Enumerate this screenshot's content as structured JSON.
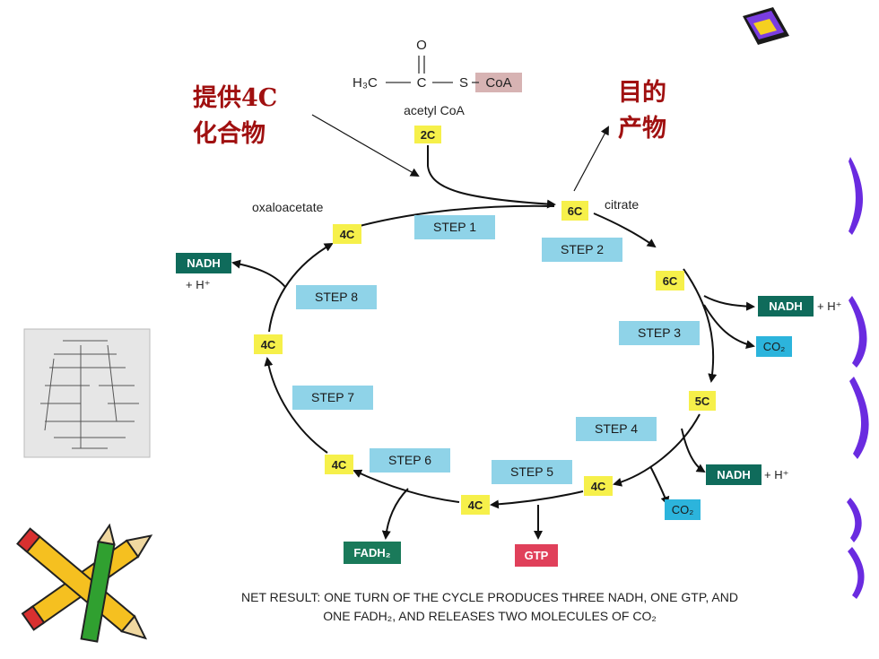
{
  "annotations": {
    "provide_line1": "提供4C",
    "provide_line2": "化合物",
    "target_line1": "目的",
    "target_line2": "产物"
  },
  "acetyl": {
    "o": "O",
    "h3c": "H₃C",
    "c": "C",
    "s": "S",
    "coa": "CoA",
    "name": "acetyl CoA",
    "carbon": "2C"
  },
  "metabolites": {
    "oxaloacetate": "oxaloacetate",
    "citrate": "citrate"
  },
  "carbons": {
    "citrate": "6C",
    "isocitrate": "6C",
    "five": "5C",
    "four_a": "4C",
    "four_b": "4C",
    "four_c": "4C",
    "four_d": "4C",
    "oxalo": "4C"
  },
  "steps": [
    "STEP 1",
    "STEP 2",
    "STEP 3",
    "STEP 4",
    "STEP 5",
    "STEP 6",
    "STEP 7",
    "STEP 8"
  ],
  "products": {
    "nadh": "NADH",
    "h_plus": "+ H⁺",
    "co2": "CO₂",
    "gtp": "GTP",
    "fadh2": "FADH₂"
  },
  "net_result": {
    "line1": "NET RESULT: ONE TURN OF THE CYCLE PRODUCES THREE NADH, ONE GTP, AND",
    "line2": "ONE FADH₂, AND RELEASES TWO MOLECULES OF CO₂"
  },
  "colors": {
    "annotation_red": "#a01010",
    "step_box": "#8fd3e8",
    "carbon_box": "#f6f04a",
    "nadh_box": "#0f6b5b",
    "co2_box": "#2cb4dc",
    "gtp_box": "#e0405a",
    "fadh2_box": "#1a7a5a",
    "swoosh": "#6a2be0"
  },
  "icons": [
    "book-clipart-icon",
    "crossed-pencils-clipart-icon",
    "thumbnail-pathway-image"
  ]
}
